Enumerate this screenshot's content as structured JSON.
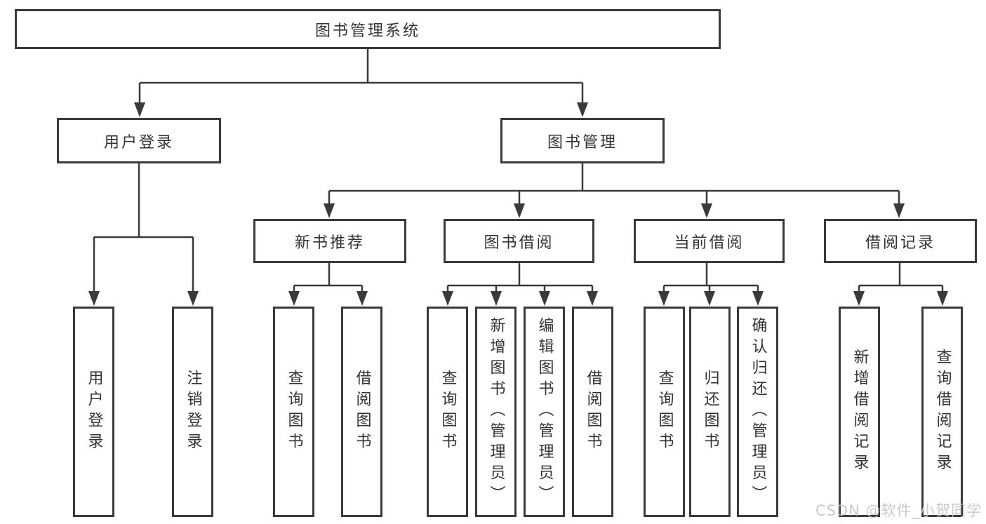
{
  "diagram": {
    "root": {
      "label": "图书管理系统"
    },
    "user": {
      "label": "用户登录",
      "children": [
        {
          "label": "用户登录"
        },
        {
          "label": "注销登录"
        }
      ]
    },
    "management": {
      "label": "图书管理",
      "sections": [
        {
          "label": "新书推荐",
          "children": [
            {
              "label": "查询图书"
            },
            {
              "label": "借阅图书"
            }
          ]
        },
        {
          "label": "图书借阅",
          "children": [
            {
              "label": "查询图书"
            },
            {
              "label": "新增图书（管理员）"
            },
            {
              "label": "编辑图书（管理员）"
            },
            {
              "label": "借阅图书"
            }
          ]
        },
        {
          "label": "当前借阅",
          "children": [
            {
              "label": "查询图书"
            },
            {
              "label": "归还图书"
            },
            {
              "label": "确认归还（管理员）"
            }
          ]
        },
        {
          "label": "借阅记录",
          "children": [
            {
              "label": "新增借阅记录"
            },
            {
              "label": "查询借阅记录"
            }
          ]
        }
      ]
    }
  },
  "watermark": "CSDN @软件_小贺同学",
  "colors": {
    "line": "#3a3a3a",
    "text": "#333333",
    "background": "#ffffff",
    "watermark": "#c6c6c6"
  }
}
